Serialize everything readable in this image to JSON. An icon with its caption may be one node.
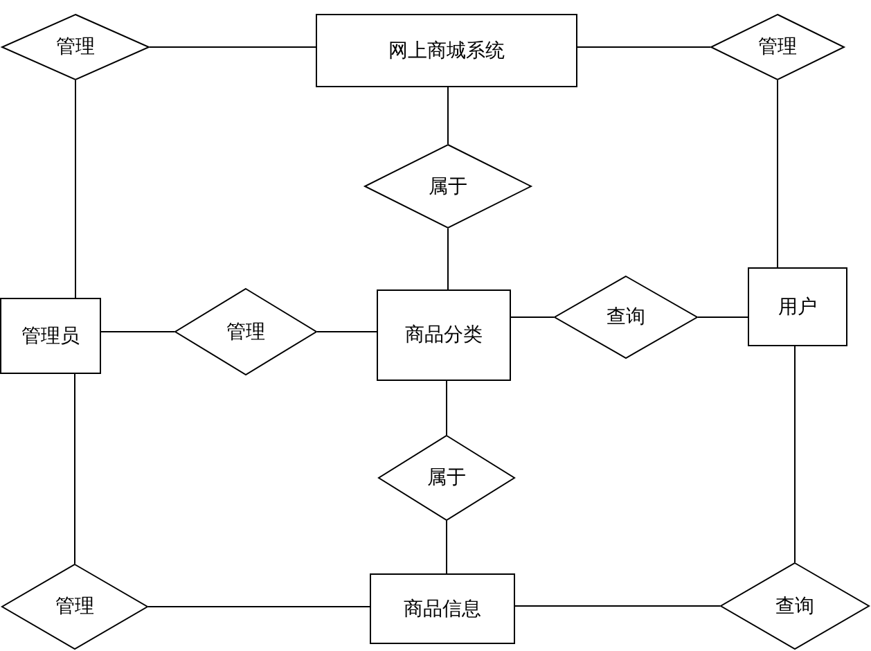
{
  "diagram": {
    "nodes": [
      {
        "text": [
          "网上商城系统"
        ]
      },
      {
        "text": [
          "管理"
        ]
      },
      {
        "text": [
          "管理"
        ]
      },
      {
        "text": [
          "属于"
        ]
      },
      {
        "text": [
          "管理员"
        ]
      },
      {
        "text": [
          "管理"
        ]
      },
      {
        "text": [
          "商品分类"
        ]
      },
      {
        "text": [
          "查询"
        ]
      },
      {
        "text": [
          "用户"
        ]
      },
      {
        "text": [
          "属于"
        ]
      },
      {
        "text": [
          "管理"
        ]
      },
      {
        "text": [
          "商品信息"
        ]
      },
      {
        "text": [
          "查询"
        ]
      }
    ],
    "edges": [
      {
        "from": 1,
        "to": 0,
        "arrow": "none"
      },
      {
        "from": 0,
        "to": 2,
        "arrow": "none"
      },
      {
        "from": 1,
        "to": 4,
        "arrow": "none"
      },
      {
        "from": 2,
        "to": 8,
        "arrow": "none"
      },
      {
        "from": 0,
        "to": 3,
        "arrow": "none"
      },
      {
        "from": 3,
        "to": 6,
        "arrow": "none"
      },
      {
        "from": 4,
        "to": 5,
        "arrow": "none"
      },
      {
        "from": 5,
        "to": 6,
        "arrow": "none"
      },
      {
        "from": 6,
        "to": 7,
        "arrow": "none"
      },
      {
        "from": 7,
        "to": 8,
        "arrow": "none"
      },
      {
        "from": 6,
        "to": 9,
        "arrow": "none"
      },
      {
        "from": 9,
        "to": 11,
        "arrow": "none"
      },
      {
        "from": 4,
        "to": 10,
        "arrow": "none"
      },
      {
        "from": 10,
        "to": 11,
        "arrow": "none"
      },
      {
        "from": 11,
        "to": 12,
        "arrow": "none"
      },
      {
        "from": 8,
        "to": 12,
        "arrow": "none"
      }
    ]
  }
}
